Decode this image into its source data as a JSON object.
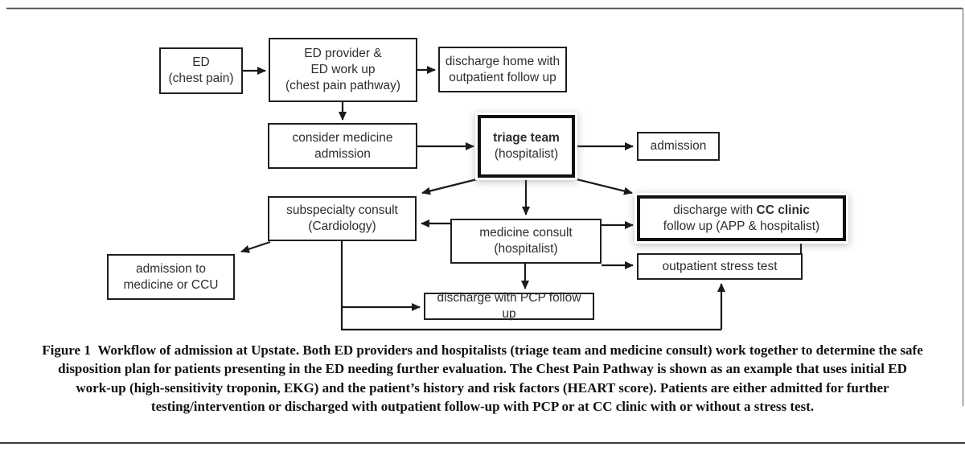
{
  "figure": {
    "caption": "Figure 1 Workflow of admission at Upstate. Both ED providers and hospitalists (triage team and medicine consult) work together to determine the safe disposition plan for patients presenting in the ED needing further evaluation. The Chest Pain Pathway is shown as an example that uses initial ED work-up (high-sensitivity troponin, EKG) and the patient’s history and risk factors (HEART score). Patients are either admitted for further testing/intervention or discharged with outpatient follow-up with PCP or at CC clinic with or without a stress test."
  },
  "nodes": {
    "ed": {
      "line1": "ED",
      "line2": "(chest pain)"
    },
    "ed_provider": {
      "line1": "ED provider &",
      "line2": "ED work up",
      "line3": "(chest pain pathway)"
    },
    "discharge_home": {
      "line1": "discharge home with",
      "line2": "outpatient follow up"
    },
    "consider_admission": {
      "line1": "consider medicine",
      "line2": "admission"
    },
    "triage_team": {
      "line1": "triage team",
      "line2": "(hospitalist)"
    },
    "admission": {
      "label": "admission"
    },
    "subspecialty_consult": {
      "line1": "subspecialty consult",
      "line2": "(Cardiology)"
    },
    "medicine_consult": {
      "line1": "medicine consult",
      "line2": "(hospitalist)"
    },
    "cc_clinic_discharge": {
      "part1": "discharge with ",
      "part2": "CC clinic",
      "line2": "follow up (APP & hospitalist)"
    },
    "outpatient_stress_test": {
      "label": "outpatient stress test"
    },
    "admission_medicine_ccu": {
      "line1": "admission to",
      "line2": "medicine or CCU"
    },
    "pcp_discharge": {
      "label": "discharge with PCP follow up"
    }
  },
  "edges": [
    {
      "from": "ed",
      "to": "ed_provider"
    },
    {
      "from": "ed_provider",
      "to": "discharge_home"
    },
    {
      "from": "ed_provider",
      "to": "consider_admission"
    },
    {
      "from": "consider_admission",
      "to": "triage_team"
    },
    {
      "from": "triage_team",
      "to": "admission"
    },
    {
      "from": "triage_team",
      "to": "subspecialty_consult"
    },
    {
      "from": "triage_team",
      "to": "medicine_consult"
    },
    {
      "from": "triage_team",
      "to": "cc_clinic_discharge"
    },
    {
      "from": "medicine_consult",
      "to": "subspecialty_consult"
    },
    {
      "from": "medicine_consult",
      "to": "cc_clinic_discharge"
    },
    {
      "from": "medicine_consult",
      "to": "outpatient_stress_test"
    },
    {
      "from": "medicine_consult",
      "to": "pcp_discharge"
    },
    {
      "from": "subspecialty_consult",
      "to": "admission_medicine_ccu"
    },
    {
      "from": "subspecialty_consult",
      "to": "pcp_discharge"
    },
    {
      "from": "subspecialty_consult",
      "to": "outpatient_stress_test"
    },
    {
      "from": "cc_clinic_discharge",
      "to": "outpatient_stress_test"
    }
  ],
  "colors": {
    "line": "#1a1a1a",
    "background": "#ffffff",
    "frame": "#4d4d4d",
    "text": "#2e2e2e"
  }
}
